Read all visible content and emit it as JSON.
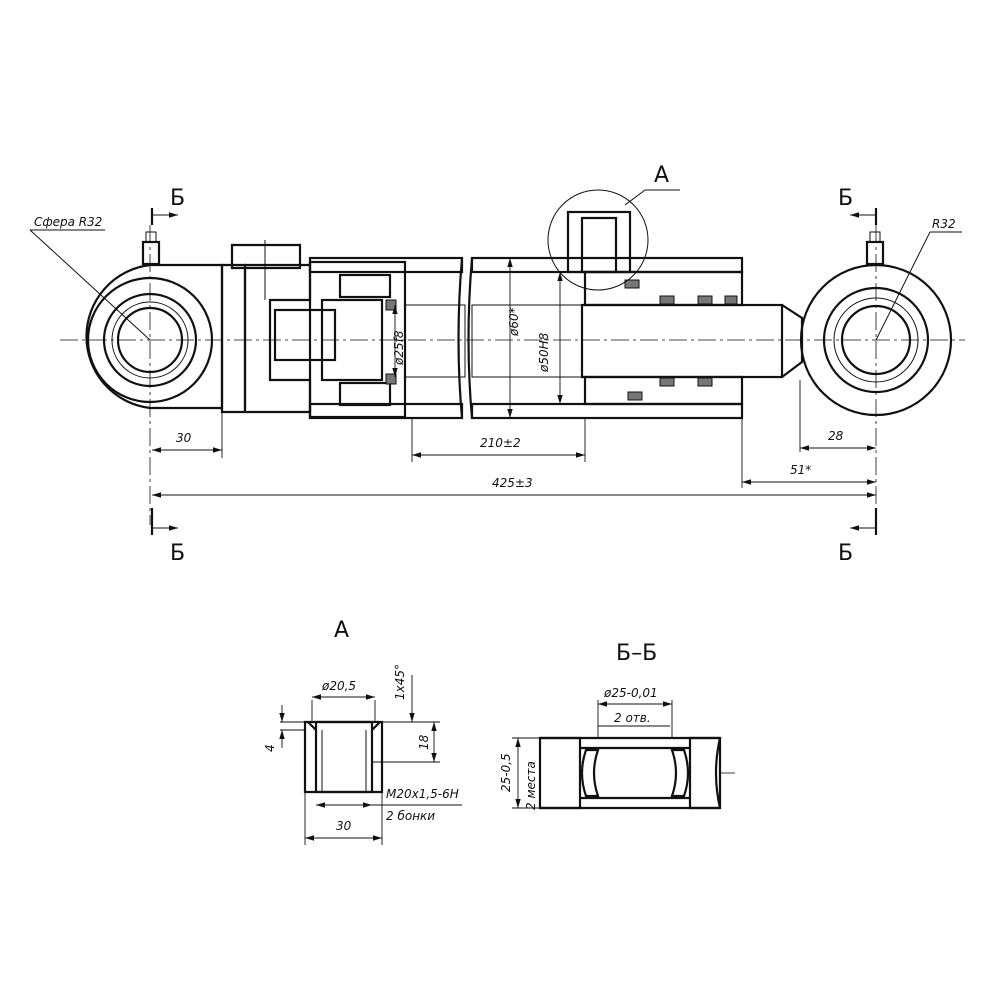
{
  "labels": {
    "sphere_left": "Сфера R32",
    "radius_right": "R32",
    "view_a": "А",
    "section_mark": "Б",
    "detail_a_title": "А",
    "section_bb_title": "Б–Б"
  },
  "dimensions": {
    "d_rod": "ø25f8",
    "d_outer": "ø60*",
    "d_bore": "ø50H8",
    "len_30": "30",
    "len_210": "210±2",
    "len_425": "425±3",
    "len_28": "28",
    "len_51": "51*"
  },
  "detail_a": {
    "d_hole": "ø20,5",
    "chamfer": "1х45°",
    "depth_4": "4",
    "depth_18": "18",
    "thread": "M20х1,5-6H",
    "count": "2 бонки",
    "width_30": "30"
  },
  "section_bb": {
    "d_hole": "ø25-0,01",
    "holes": "2 отв.",
    "width": "25-0,5",
    "places": "2 места"
  }
}
